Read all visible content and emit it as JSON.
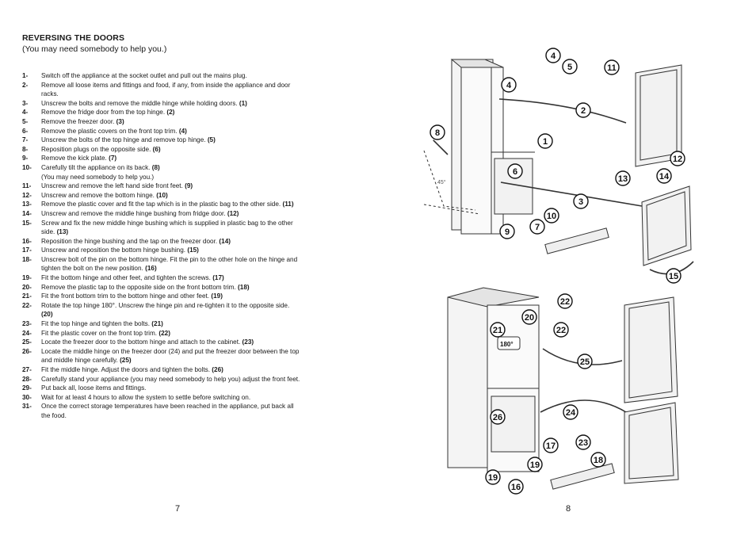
{
  "section": {
    "title": "REVERSING THE DOORS",
    "subtitle": "(You may need somebody to help you.)"
  },
  "steps": [
    {
      "num": "1-",
      "text": "Switch off the appliance at the socket outlet and pull out the mains plug.",
      "ref": ""
    },
    {
      "num": "2-",
      "text": "Remove all loose items and fittings and food, if any, from inside the appliance and door racks.",
      "ref": ""
    },
    {
      "num": "3-",
      "text": "Unscrew the bolts and remove the middle hinge while holding doors.",
      "ref": "(1)"
    },
    {
      "num": "4-",
      "text": "Remove the fridge door from the top hinge.",
      "ref": "(2)"
    },
    {
      "num": "5-",
      "text": "Remove the freezer door.",
      "ref": "(3)"
    },
    {
      "num": "6-",
      "text": "Remove the plastic covers on the front top trim.",
      "ref": "(4)"
    },
    {
      "num": "7-",
      "text": "Unscrew the bolts of the top hinge and remove top hinge.",
      "ref": "(5)"
    },
    {
      "num": "8-",
      "text": "Reposition plugs on the opposite side.",
      "ref": "(6)"
    },
    {
      "num": "9-",
      "text": "Remove the kick plate.",
      "ref": "(7)"
    },
    {
      "num": "10-",
      "text": "Carefully tilt the appliance on its back.",
      "ref": "(8)",
      "extra": "(You may need somebody to help you.)"
    },
    {
      "num": "11-",
      "text": "Unscrew and remove the left hand side front feet.",
      "ref": "(9)"
    },
    {
      "num": "12-",
      "text": "Unscrew and remove the bottom hinge.",
      "ref": "(10)"
    },
    {
      "num": "13-",
      "text": "Remove the plastic cover and fit the tap which is in the plastic bag to the other side.",
      "ref": "(11)"
    },
    {
      "num": "14-",
      "text": "Unscrew and remove the middle hinge bushing from fridge door.",
      "ref": "(12)"
    },
    {
      "num": "15-",
      "text": "Screw and fix the new middle hinge bushing which is supplied in plastic bag to the other side.",
      "ref": "(13)"
    },
    {
      "num": "16-",
      "text": "Reposition the hinge bushing and the tap on the freezer door.",
      "ref": "(14)"
    },
    {
      "num": "17-",
      "text": "Unscrew and reposition the bottom hinge bushing.",
      "ref": "(15)"
    },
    {
      "num": "18-",
      "text": "Unscrew bolt of the pin on the bottom hinge. Fit the pin to the other hole on the hinge and tighten the bolt on the new position.",
      "ref": "(16)"
    },
    {
      "num": "19-",
      "text": "Fit the bottom hinge and other feet, and tighten the screws.",
      "ref": "(17)"
    },
    {
      "num": "20-",
      "text": "Remove the plastic tap to the opposite side on the front bottom trim.",
      "ref": "(18)"
    },
    {
      "num": "21-",
      "text": "Fit the front bottom trim to the bottom hinge and other feet.",
      "ref": "(19)"
    },
    {
      "num": "22-",
      "text": "Rotate the top hinge 180°. Unscrew the hinge pin and re-tighten it to the opposite side.",
      "ref": "(20)"
    },
    {
      "num": "23-",
      "text": "Fit the top hinge and tighten the bolts.",
      "ref": "(21)"
    },
    {
      "num": "24-",
      "text": "Fit the plastic cover on the front top trim.",
      "ref": "(22)"
    },
    {
      "num": "25-",
      "text": "Locate the freezer door to the bottom hinge and attach to the cabinet.",
      "ref": "(23)"
    },
    {
      "num": "26-",
      "text": "Locate the middle hinge on the freezer door (24) and put the freezer door between the top and middle hinge carefully.",
      "ref": "(25)"
    },
    {
      "num": "27-",
      "text": "Fit the middle hinge. Adjust the doors and tighten the bolts.",
      "ref": "(26)"
    },
    {
      "num": "28-",
      "text": "Carefully stand your appliance (you may need somebody to help you) adjust the front feet.",
      "ref": ""
    },
    {
      "num": "29-",
      "text": "Put back all, loose items and fittings.",
      "ref": ""
    },
    {
      "num": "30-",
      "text": "Wait for at least 4 hours to allow the system to settle before switching on.",
      "ref": ""
    },
    {
      "num": "31-",
      "text": "Once the correct storage temperatures have been reached in the appliance, put back all the food.",
      "ref": ""
    }
  ],
  "diagram_top": {
    "callouts": [
      "4",
      "5",
      "11",
      "4",
      "2",
      "8",
      "1",
      "6",
      "12",
      "13",
      "14",
      "3",
      "10",
      "7",
      "9",
      "15"
    ],
    "angle_label": "45°"
  },
  "diagram_bottom": {
    "callouts": [
      "22",
      "20",
      "21",
      "22",
      "25",
      "24",
      "26",
      "23",
      "17",
      "18",
      "19",
      "19",
      "16"
    ],
    "angle_label": "180°"
  },
  "pages": {
    "left": "7",
    "right": "8"
  }
}
